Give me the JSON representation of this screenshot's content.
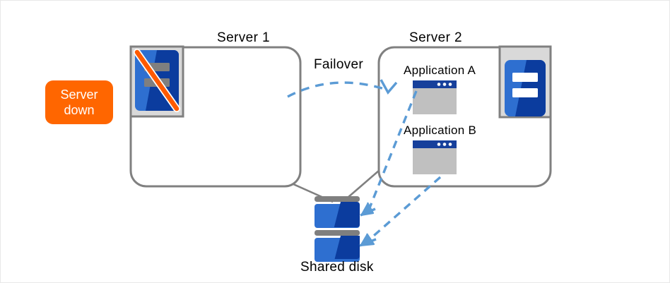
{
  "diagram": {
    "title_labels": {
      "server1": "Server 1",
      "server2": "Server 2",
      "failover": "Failover",
      "shared_disk": "Shared disk"
    },
    "status_badge": {
      "line1": "Server",
      "line2": "down",
      "color": "#FF6600",
      "text_color": "#FFFFFF"
    },
    "server1": {
      "label": "Server 1",
      "icon_name": "server-down-icon",
      "state": "down",
      "applications": []
    },
    "server2": {
      "label": "Server 2",
      "icon_name": "server-active-icon",
      "state": "active",
      "applications": [
        {
          "label": "Application  A",
          "icon_name": "app-window-icon"
        },
        {
          "label": "Application  B",
          "icon_name": "app-window-icon"
        }
      ]
    },
    "storage": {
      "label": "Shared disk",
      "icon_name": "shared-disk-icon",
      "block_count": 2
    },
    "connections": [
      {
        "name": "failover-arrow",
        "from": "server1",
        "to": "server2",
        "label": "Failover",
        "style": "dashed-curved",
        "color": "#5B9BD5"
      },
      {
        "name": "app-a-to-disk-arrow",
        "from": "Application  A",
        "to": "Shared disk",
        "style": "dashed",
        "color": "#5B9BD5"
      },
      {
        "name": "app-b-to-disk-arrow",
        "from": "Application  B",
        "to": "Shared disk",
        "style": "dashed",
        "color": "#5B9BD5"
      },
      {
        "name": "server1-to-disk-line",
        "from": "server1",
        "to": "Shared disk",
        "style": "solid",
        "color": "#808080"
      },
      {
        "name": "server2-to-disk-line",
        "from": "server2",
        "to": "Shared disk",
        "style": "solid",
        "color": "#808080"
      }
    ],
    "colors": {
      "box_border": "#808080",
      "accent_orange": "#FF6600",
      "arrow_blue": "#5B9BD5",
      "server_blue_light": "#2E6FD0",
      "server_blue_dark": "#0B3C9E",
      "titlebar_blue": "#17409B",
      "window_body_gray": "#C0C0C0",
      "icon_frame_gray": "#D9D9D9"
    }
  }
}
